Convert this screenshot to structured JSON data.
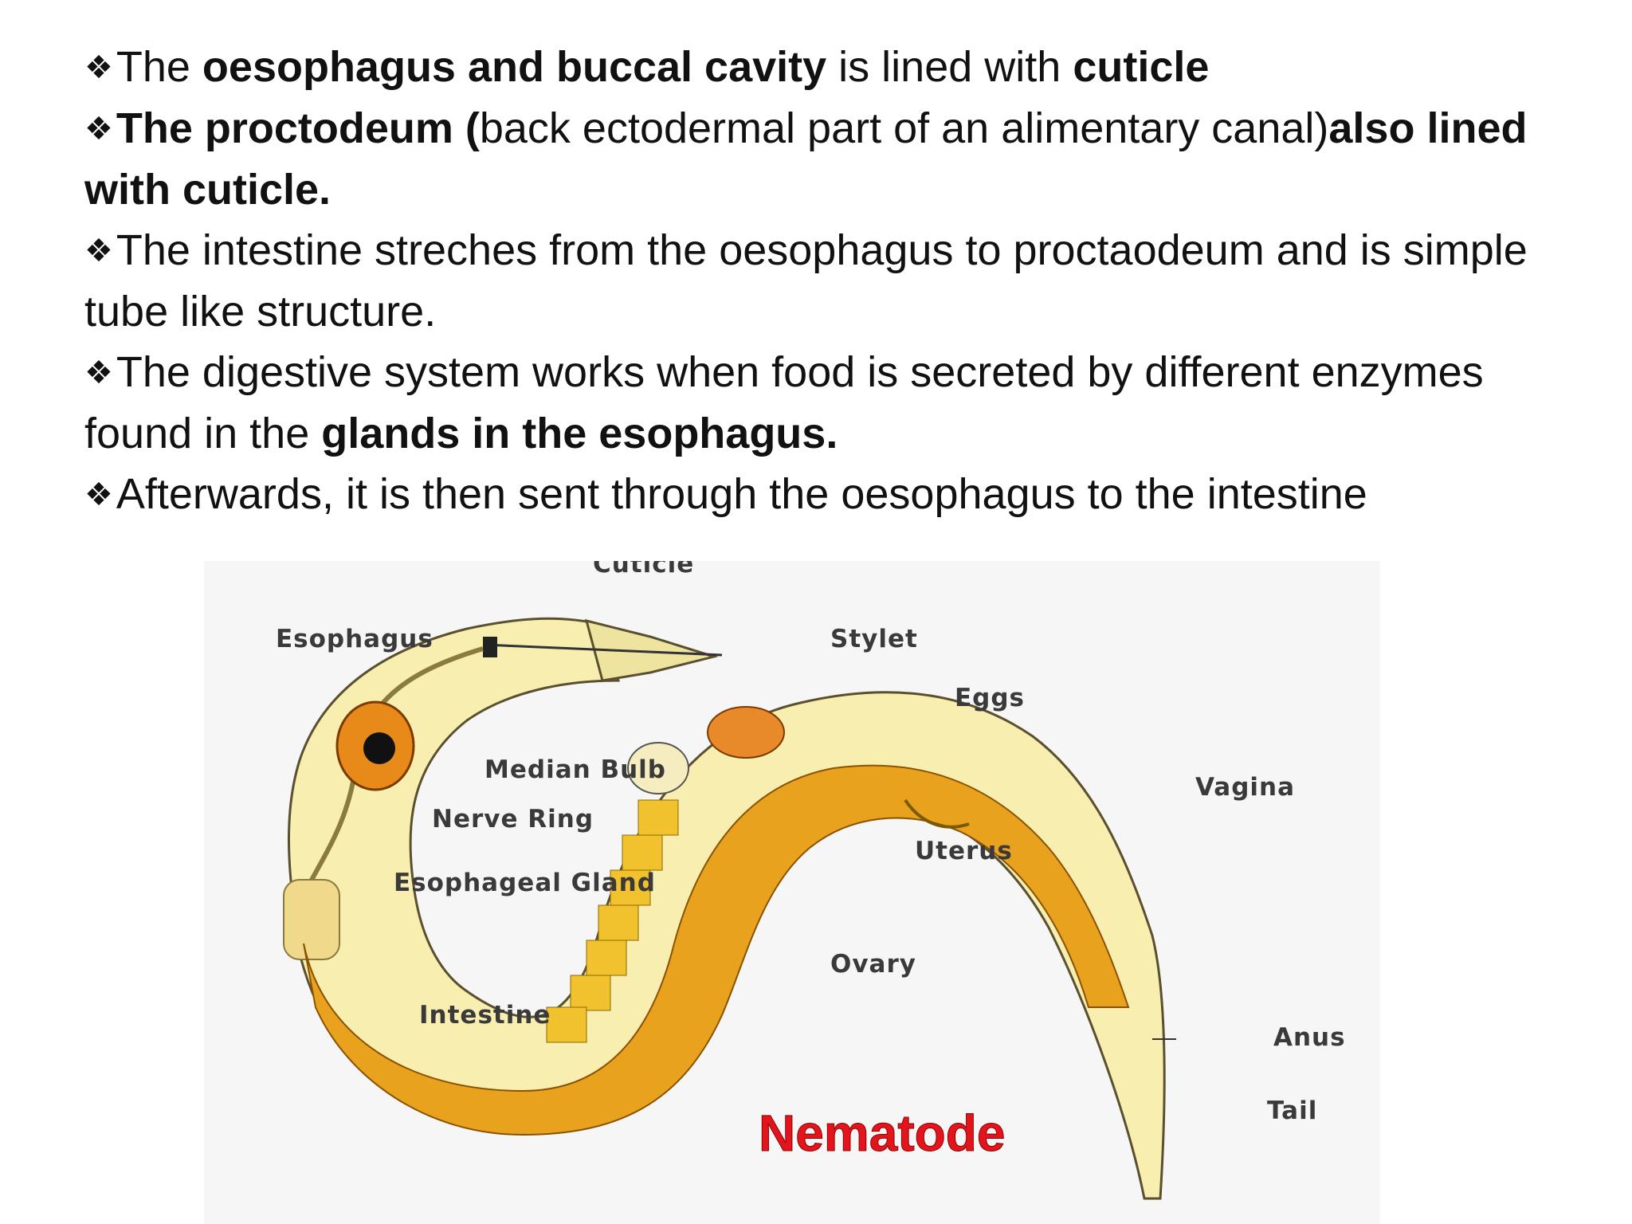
{
  "bullet_symbol": "❖",
  "bullets": [
    {
      "segments": [
        {
          "text": "The ",
          "bold": false
        },
        {
          "text": "oesophagus and buccal cavity",
          "bold": true
        },
        {
          "text": " is lined with ",
          "bold": false
        },
        {
          "text": "cuticle",
          "bold": true
        }
      ]
    },
    {
      "segments": [
        {
          "text": "The proctodeum (",
          "bold": true
        },
        {
          "text": "back ectodermal part of an alimentary canal)",
          "bold": false
        },
        {
          "text": "also lined with cuticle.",
          "bold": true
        }
      ]
    },
    {
      "segments": [
        {
          "text": "The intestine streches from the oesophagus to proctaodeum and is simple  tube like structure.",
          "bold": false
        }
      ]
    },
    {
      "segments": [
        {
          "text": "The digestive system works when food is secreted by different enzymes found in the ",
          "bold": false
        },
        {
          "text": "glands in the esophagus.",
          "bold": true
        }
      ]
    },
    {
      "segments": [
        {
          "text": "Afterwards, it is then sent through the oesophagus to the intestine",
          "bold": false
        }
      ]
    }
  ],
  "diagram": {
    "title": "Nematode",
    "labels": {
      "cuticle": "Cuticle",
      "esophagus": "Esophagus",
      "stylet": "Stylet",
      "eggs": "Eggs",
      "median_bulb": "Median Bulb",
      "vagina": "Vagina",
      "nerve_ring": "Nerve Ring",
      "uterus": "Uterus",
      "esophageal_gland": "Esophageal Gland",
      "ovary": "Ovary",
      "intestine": "Intestine",
      "anus": "Anus",
      "tail": "Tail"
    },
    "colors": {
      "body": "#f7eeb0",
      "intestine": "#e9a21e",
      "organ": "#f2c12e",
      "title": "#e3141c"
    }
  }
}
